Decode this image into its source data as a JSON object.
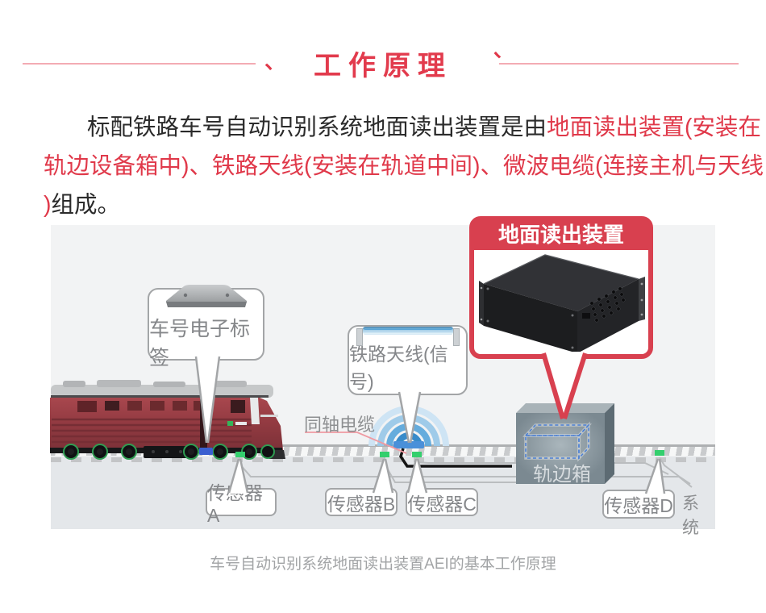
{
  "header": {
    "title": "工作原理",
    "tick_left": "、",
    "tick_right": "、"
  },
  "paragraph": {
    "l1_black": "标配铁路车号自动识别系统地面读出装置是由",
    "l1_red": "地面读出装置(安装在",
    "l2_red": "轨边设备箱中)、铁路天线(安装在轨道中间)、微波电缆(连接主机与天线",
    "l3_red": ")",
    "l3_black": "组成。"
  },
  "diagram": {
    "tag_label": "车号电子标签",
    "antenna_label": "铁路天线(信号)",
    "reader_title": "地面读出装置",
    "coax_label": "同轴电缆",
    "box_label": "轨边箱",
    "sensor_a": "传感器A",
    "sensor_b": "传感器B",
    "sensor_c": "传感器C",
    "sensor_d": "传感器D",
    "system_label": "系统"
  },
  "caption": "车号自动识别系统地面读出装置AEI的基本工作原理",
  "colors": {
    "accent_red": "#d8404f",
    "title_red": "#e23b4d",
    "sensor_green": "#33cf6d",
    "signal_blue": "#4a90d9",
    "train_red": "#9c3e45"
  }
}
